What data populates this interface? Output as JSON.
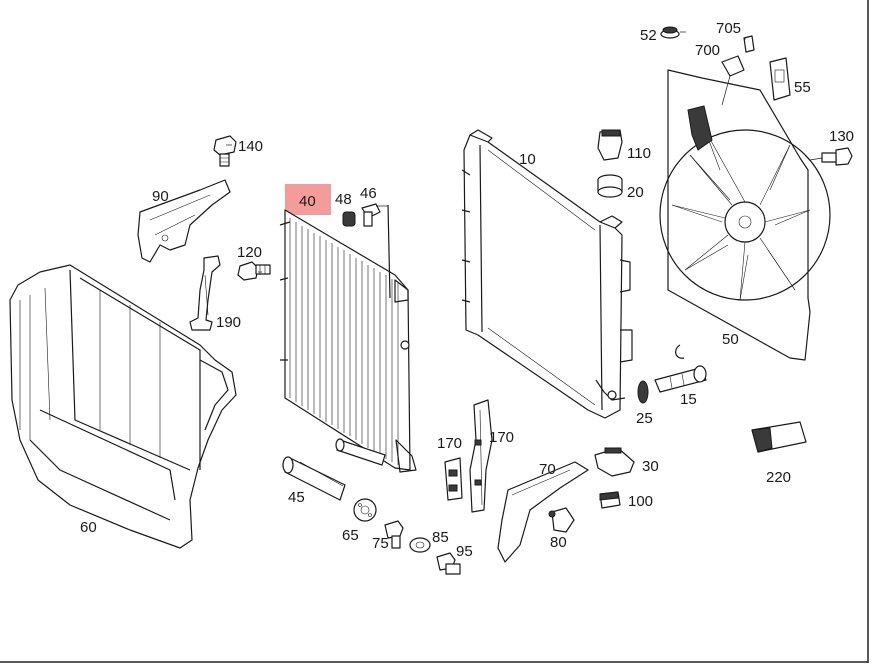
{
  "highlight_color": "#f28b8b",
  "highlighted_label": "40",
  "labels": {
    "l10": "10",
    "l15": "15",
    "l20": "20",
    "l25": "25",
    "l30": "30",
    "l40": "40",
    "l45": "45",
    "l46": "46",
    "l48": "48",
    "l50": "50",
    "l52": "52",
    "l55": "55",
    "l60": "60",
    "l65": "65",
    "l70": "70",
    "l75": "75",
    "l80": "80",
    "l85": "85",
    "l90": "90",
    "l95": "95",
    "l100": "100",
    "l110": "110",
    "l120": "120",
    "l130": "130",
    "l140": "140",
    "l170a": "170",
    "l170b": "170",
    "l190": "190",
    "l220": "220",
    "l700": "700",
    "l705": "705"
  }
}
